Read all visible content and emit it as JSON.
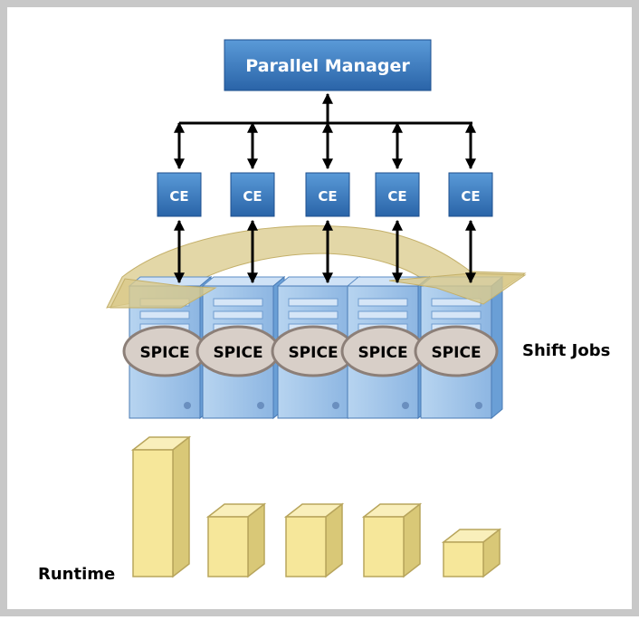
{
  "manager": {
    "label": "Parallel Manager"
  },
  "ce_units": [
    {
      "label": "CE"
    },
    {
      "label": "CE"
    },
    {
      "label": "CE"
    },
    {
      "label": "CE"
    },
    {
      "label": "CE"
    }
  ],
  "servers": [
    {
      "label": "SPICE"
    },
    {
      "label": "SPICE"
    },
    {
      "label": "SPICE"
    },
    {
      "label": "SPICE"
    },
    {
      "label": "SPICE"
    }
  ],
  "shift_label": "Shift Jobs",
  "runtime": {
    "label": "Runtime",
    "bars": [
      {
        "value": 1.0
      },
      {
        "value": 0.47
      },
      {
        "value": 0.47
      },
      {
        "value": 0.47
      },
      {
        "value": 0.27
      }
    ]
  },
  "colors": {
    "border": "#c8c8c8",
    "blue_box": "#2f6db3",
    "blue_box_light": "#4f8fd1",
    "line": "#000000",
    "server_front": "#9fc3e8",
    "server_side": "#6a9fd6",
    "server_top": "#cfe2f6",
    "oval": "#d8cfc8",
    "oval_stroke": "#8c7f78",
    "arrow_band": "#d9c98a",
    "bar_front": "#f6e79a",
    "bar_side": "#d9c877",
    "bar_top": "#f9efbb",
    "bar_stroke": "#b8a55c"
  }
}
